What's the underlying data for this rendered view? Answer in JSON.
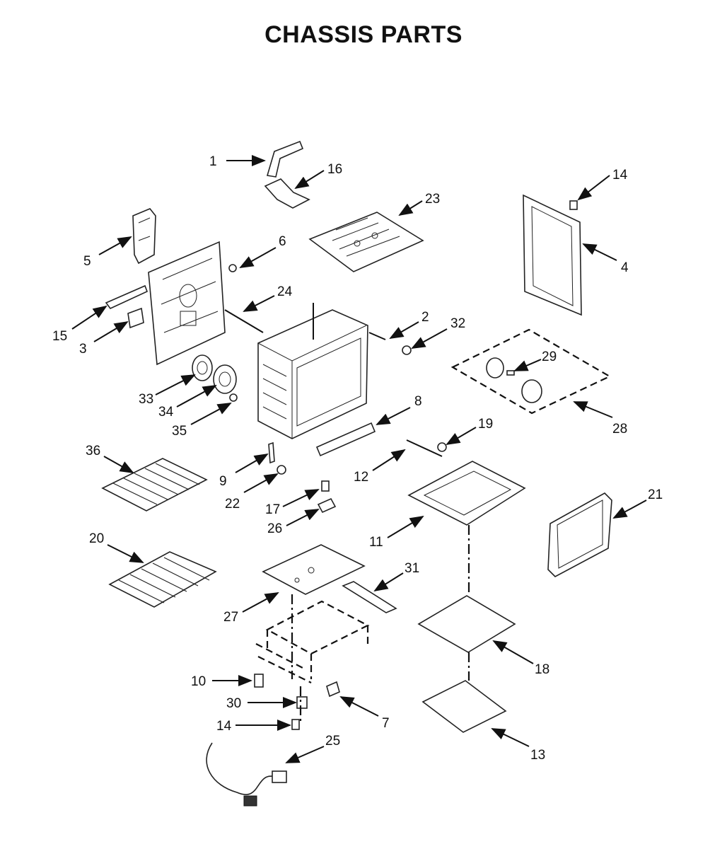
{
  "title": "CHASSIS PARTS",
  "callouts": [
    "1",
    "16",
    "23",
    "14",
    "5",
    "6",
    "4",
    "24",
    "15",
    "3",
    "2",
    "32",
    "29",
    "28",
    "33",
    "34",
    "35",
    "8",
    "19",
    "36",
    "9",
    "12",
    "22",
    "17",
    "26",
    "11",
    "21",
    "20",
    "31",
    "27",
    "18",
    "10",
    "30",
    "7",
    "14",
    "25",
    "13"
  ]
}
